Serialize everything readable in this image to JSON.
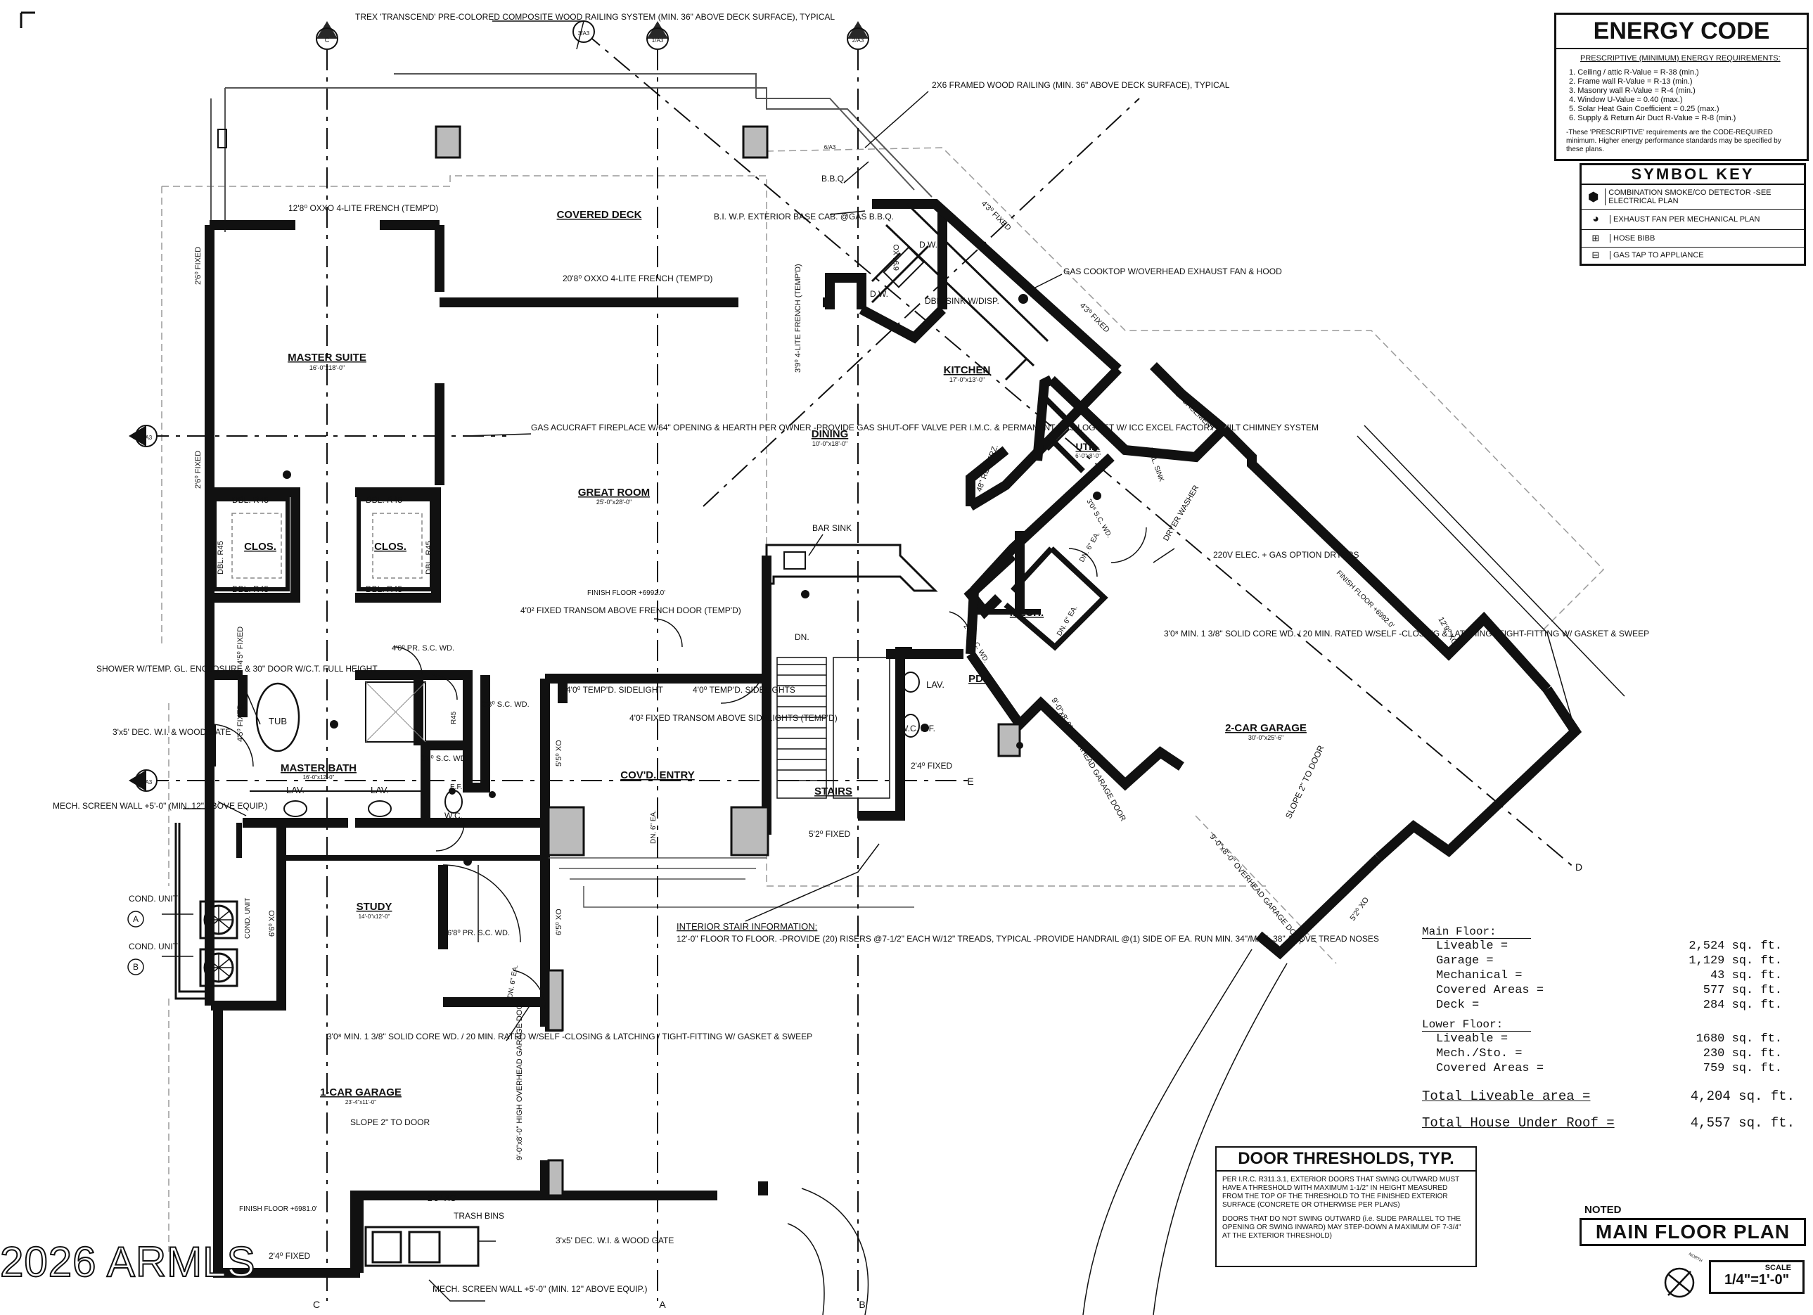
{
  "corner_mark": "Г",
  "watermark": "2026 ARMLS",
  "energy_code": {
    "title": "ENERGY CODE",
    "subtitle": "PRESCRIPTIVE (MINIMUM) ENERGY REQUIREMENTS:",
    "items": [
      "1. Ceiling / attic R-Value = R-38 (min.)",
      "2. Frame wall R-Value = R-13 (min.)",
      "3. Masonry wall R-Value = R-4 (min.)",
      "4. Window U-Value = 0.40 (max.)",
      "5. Solar Heat Gain Coefficient = 0.25 (max.)",
      "6. Supply & Return Air Duct R-Value = R-8 (min.)"
    ],
    "footnote": "-These 'PRESCRIPTIVE' requirements are the CODE-REQUIRED minimum. Higher energy performance standards may be specified by these plans."
  },
  "symbol_key": {
    "title": "SYMBOL KEY",
    "items": [
      "COMBINATION SMOKE/CO DETECTOR -SEE ELECTRICAL PLAN",
      "EXHAUST FAN PER MECHANICAL PLAN",
      "HOSE BIBB",
      "GAS TAP TO APPLIANCE"
    ]
  },
  "area_table": {
    "main_floor_header": "Main Floor:",
    "main_floor": [
      {
        "label": "Liveable =",
        "value": "2,524 sq. ft."
      },
      {
        "label": "Garage =",
        "value": "1,129 sq. ft."
      },
      {
        "label": "Mechanical =",
        "value": "43 sq. ft."
      },
      {
        "label": "Covered Areas =",
        "value": "577 sq. ft."
      },
      {
        "label": "Deck =",
        "value": "284 sq. ft."
      }
    ],
    "lower_floor_header": "Lower Floor:",
    "lower_floor": [
      {
        "label": "Liveable =",
        "value": "1680 sq. ft."
      },
      {
        "label": "Mech./Sto. =",
        "value": "230 sq. ft."
      },
      {
        "label": "Covered Areas =",
        "value": "759 sq. ft."
      }
    ],
    "total_liveable_label": "Total Liveable area =",
    "total_liveable_value": "4,204 sq. ft.",
    "total_roof_label": "Total House Under Roof =",
    "total_roof_value": "4,557 sq. ft."
  },
  "door_thresholds": {
    "title": "DOOR THRESHOLDS, TYP.",
    "para1": "PER I.R.C. R311.3.1, EXTERIOR DOORS THAT SWING OUTWARD MUST HAVE A THRESHOLD WITH MAXIMUM 1-1/2\" IN HEIGHT MEASURED FROM THE TOP OF THE THRESHOLD TO THE FINISHED EXTERIOR SURFACE (CONCRETE OR OTHERWISE PER PLANS)",
    "para2": "DOORS THAT DO NOT SWING OUTWARD (i.e. SLIDE PARALLEL TO THE OPENING OR SWING INWARD) MAY STEP-DOWN A MAXIMUM OF 7-3/4\" AT THE EXTERIOR THRESHOLD)"
  },
  "title_block": {
    "noted": "NOTED",
    "title": "MAIN FLOOR PLAN",
    "north": "NORTH",
    "scale_label": "SCALE",
    "scale_value": "1/4\"=1'-0\""
  },
  "rooms": {
    "covered_deck": "COVERED DECK",
    "master_suite": "MASTER SUITE",
    "master_suite_dim": "16'-0\"x18'-0\"",
    "kitchen": "KITCHEN",
    "kitchen_dim": "17'-0\"x13'-0\"",
    "dining": "DINING",
    "dining_dim": "10'-0\"x18'-0\"",
    "great_room": "GREAT ROOM",
    "great_room_dim": "25'-0\"x28'-0\"",
    "util": "UTIL.",
    "util_dim": "6'-0\"x8'-0\"",
    "clos1": "CLOS.",
    "clos2": "CLOS.",
    "mech": "MECH.",
    "pdr": "PDR.",
    "garage2": "2-CAR GARAGE",
    "garage2_dim": "30'-0\"x25'-6\"",
    "master_bath": "MASTER BATH",
    "master_bath_dim": "16'-0\"x12'-0\"",
    "covd_entry": "COV'D. ENTRY",
    "stairs": "STAIRS",
    "study": "STUDY",
    "study_dim": "14'-0\"x12'-0\"",
    "garage1": "1-CAR GARAGE",
    "garage1_dim": "23'-4\"x11'-0\"",
    "tub": "TUB",
    "wc": "W.C.",
    "lav1": "LAV.",
    "lav2": "LAV.",
    "lav3": "LAV.",
    "dw1": "D.W.",
    "dw2": "D.W."
  },
  "notes": {
    "trex": "TREX 'TRANSCEND' PRE-COLORED COMPOSITE WOOD RAILING SYSTEM (MIN. 36\" ABOVE DECK SURFACE), TYPICAL",
    "railing": "2X6 FRAMED WOOD RAILING (MIN. 36\" ABOVE DECK SURFACE), TYPICAL",
    "bbq": "B.B.Q.",
    "base_cab": "B.I. W.P. EXTERIOR BASE CAB. @GAS B.B.Q.",
    "french_master": "12'8⁰ OXXO 4-LITE FRENCH (TEMP'D)",
    "french_great": "20'8⁰ OXXO 4-LITE FRENCH (TEMP'D)",
    "french_39": "3'9⁰ 4-LITE FRENCH (TEMP'D)",
    "dbl_sink": "DBL. SINK W/DISP.",
    "cooktop": "GAS COOKTOP W/OVERHEAD EXHAUST FAN & HOOD",
    "fireplace": "GAS ACUCRAFT FIREPLACE W/64\" OPENING & HEARTH PER OWNER -PROVIDE GAS SHUT-OFF VALVE PER I.M.C. & PERMANENT GAS LOG SET W/ ICC EXCEL FACTORY BUILT CHIMNEY SYSTEM",
    "bar_sink": "BAR SINK",
    "frz": "48\" REF./FRZ.",
    "dryer": "DRYER WASHER",
    "elec": "220V ELEC. + GAS OPTION DRYERS",
    "finish_floor_great": "FINISH FLOOR +6992.0'",
    "finish_floor_garage": "FINISH FLOOR +6992.0'",
    "finish_floor_1car": "FINISH FLOOR +6981.0'",
    "transom_french": "4'0² FIXED TRANSOM ABOVE FRENCH DOOR (TEMP'D)",
    "sidelight_l": "4'0⁰ TEMP'D. SIDELIGHT",
    "sidelight_r": "4'0⁰ TEMP'D. SIDELIGHTS",
    "transom_side": "4'0² FIXED TRANSOM ABOVE SIDELIGHTS (TEMP'D)",
    "solid_core_1": "3'0⁸ MIN. 1 3/8\" SOLID CORE WD. / 20 MIN. RATED W/SELF -CLOSING & LATCHING / TIGHT-FITTING W/ GASKET & SWEEP",
    "solid_core_2": "3'0⁸ MIN. 1 3/8\" SOLID CORE WD. / 20 MIN. RATED W/SELF -CLOSING & LATCHING / TIGHT-FITTING W/ GASKET & SWEEP",
    "shower": "SHOWER W/TEMP. GL. ENCLOSURE & 30\" DOOR W/C.T. FULL HEIGHT",
    "wood_gate_1": "3'x5' DEC. W.I. & WOOD GATE",
    "wood_gate_2": "3'x5' DEC. W.I. & WOOD GATE",
    "mech_screen_1": "MECH. SCREEN WALL +5'-0\" (MIN. 12\" ABOVE EQUIP.)",
    "mech_screen_2": "MECH. SCREEN WALL +5'-0\" (MIN. 12\" ABOVE EQUIP.)",
    "cond_a": "COND. UNIT",
    "cond_b": "COND. UNIT",
    "cond_unit": "COND. UNIT",
    "stair_info_title": "INTERIOR STAIR INFORMATION:",
    "stair_info": "12'-0\" FLOOR TO FLOOR. -PROVIDE (20) RISERS @7-1/2\" EACH W/12\" TREADS, TYPICAL -PROVIDE HANDRAIL @(1) SIDE OF EA. RUN MIN. 34\"/MAX. 38\" ABOVE TREAD NOSES",
    "slope_1car": "SLOPE 2\" TO DOOR",
    "slope_2car": "SLOPE 2\" TO DOOR",
    "oh_door_1": "9'-0\"x8'-0\" OVERHEAD GARAGE DOOR",
    "oh_door_2": "9'-0\"x8'-0\" OVERHEAD GARAGE DOOR",
    "oh_door_1car": "9'-0\"x8'-0\" HIGH OVERHEAD GARAGE DOOR",
    "trash": "TRASH BINS",
    "dn": "DN.",
    "dbl_r45_1": "DBL. R45",
    "dbl_r45_2": "DBL. R45",
    "dbl_r45_3": "DBL. R45",
    "dbl_r45_4": "DBL. R45",
    "dbl_r45_5": "DBL. R45",
    "dbl_r45_6": "DBL. R45",
    "r45": "R45",
    "ef": "E.F.",
    "wc_ef": "W.C. E.F.",
    "util_sink": "UTIL. SINK",
    "study_door": "6'8⁰ PR. S.C. WD.",
    "pr_sc_wd": "4'0⁰ PR. S.C. WD.",
    "sc_wd_28": "2'8⁰ S.C. WD.",
    "sc_wd_24": "2'4⁰ S.C. WD.",
    "sc_wd_30": "3'0⁸ S.C. WD.",
    "sc_wd_26": "2'6⁰ S.C. WD."
  },
  "dims": {
    "d1": "2'6⁰ FIXED",
    "d2": "2'6⁰ FIXED",
    "d3": "4'5⁰ FIXED",
    "d4": "4'5⁰ FIXED",
    "d5": "6'9⁰ XO",
    "d6": "4'3⁰ FIXED",
    "d7": "4'3⁰ FIXED",
    "d8": "4'3⁰ CASEMENT",
    "d9": "12'9⁰ XOX",
    "d10": "5'2⁰ XO",
    "d11": "2'4⁰ FIXED",
    "d12": "5'2⁰ FIXED",
    "d13": "5'5⁰ XO",
    "d14": "6'5⁰ XO",
    "d15": "6'6⁰ XO",
    "d16": "2'5⁰ XO",
    "d17": "2'4⁰ FIXED",
    "dn6a": "DN. 6\" EA.",
    "dn6b": "DN. 6\" EA.",
    "dn6c": "DN. 6\" EA.",
    "dn6d": "DN. 6\" EA."
  },
  "grid_marks": {
    "a": "A",
    "b": "B",
    "c": "C",
    "d": "D",
    "e": "E",
    "ab": "A",
    "bb": "B",
    "cb": "C",
    "g1": "1/A3",
    "g2": "2/A3",
    "g3": "3/A3",
    "g4": "4/A3",
    "g5": "5/A3",
    "g6": "6/A3"
  }
}
